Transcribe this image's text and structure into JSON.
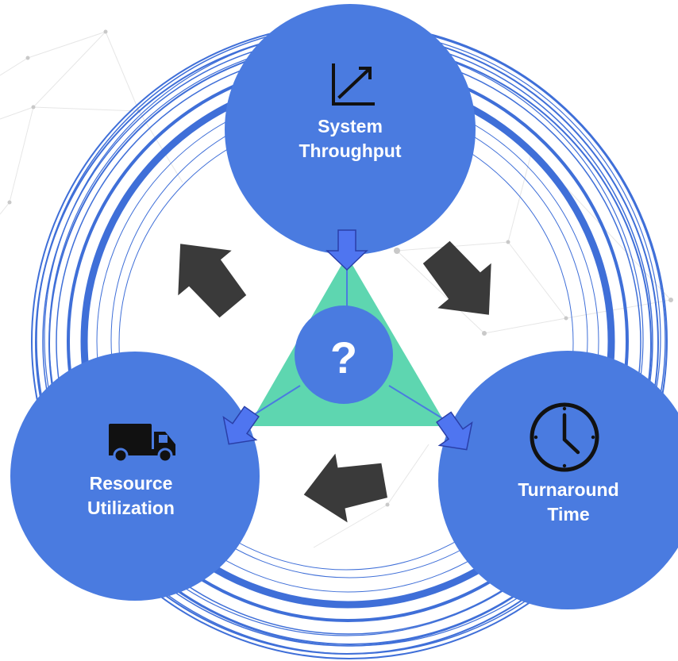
{
  "colors": {
    "circle_fill": "#4a7be0",
    "ring_stroke": "#3f6fd8",
    "triangle_fill": "#5ed6b0",
    "cycle_arrow_fill": "#3a3a3a",
    "pointer_arrow_fill": "#4f75f0",
    "icon_color": "#111111",
    "text_color": "#ffffff",
    "network_line": "#e2e2e2"
  },
  "nodes": {
    "throughput": {
      "line1": "System",
      "line2": "Throughput",
      "icon": "trend-up-chart-icon"
    },
    "resource": {
      "line1": "Resource",
      "line2": "Utilization",
      "icon": "delivery-truck-icon"
    },
    "turnaround": {
      "line1": "Turnaround",
      "line2": "Time",
      "icon": "clock-icon"
    }
  },
  "center": {
    "symbol": "?",
    "shape": "triangle"
  },
  "cycle_direction": "clockwise"
}
